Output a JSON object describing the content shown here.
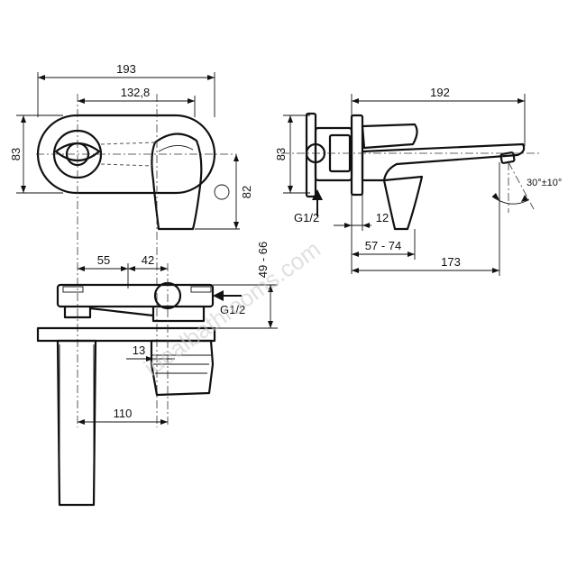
{
  "front_view": {
    "overall_width": "193",
    "centre_width": "132,8",
    "height": "83",
    "spout_height": "82"
  },
  "top_view": {
    "dim_a": "55",
    "dim_b": "42",
    "wall_depth": "49 - 66",
    "connection": "G1/2",
    "dim_c": "13",
    "spout_offset": "110"
  },
  "side_view": {
    "overall_projection": "192",
    "height": "83",
    "connection": "G1/2",
    "dim_d": "12",
    "adjust_range": "57 - 74",
    "spout_reach": "173",
    "angle": "30°±10°"
  },
  "watermark": "idealbathrooms.com"
}
